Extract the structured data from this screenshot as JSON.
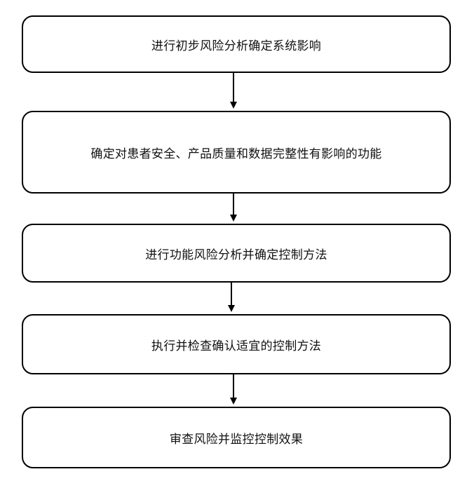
{
  "flowchart": {
    "steps": [
      {
        "label": "进行初步风险分析确定系统影响"
      },
      {
        "label": "确定对患者安全、产品质量和数据完整性有影响的功能"
      },
      {
        "label": "进行功能风险分析并确定控制方法"
      },
      {
        "label": "执行并检查确认适宜的控制方法"
      },
      {
        "label": "审查风险并监控控制效果"
      }
    ],
    "connectors": [
      {
        "from": 0,
        "to": 1
      },
      {
        "from": 1,
        "to": 2
      },
      {
        "from": 2,
        "to": 3
      },
      {
        "from": 3,
        "to": 4
      }
    ],
    "colors": {
      "stroke": "#000000",
      "fill": "#ffffff",
      "text": "#111111"
    }
  }
}
